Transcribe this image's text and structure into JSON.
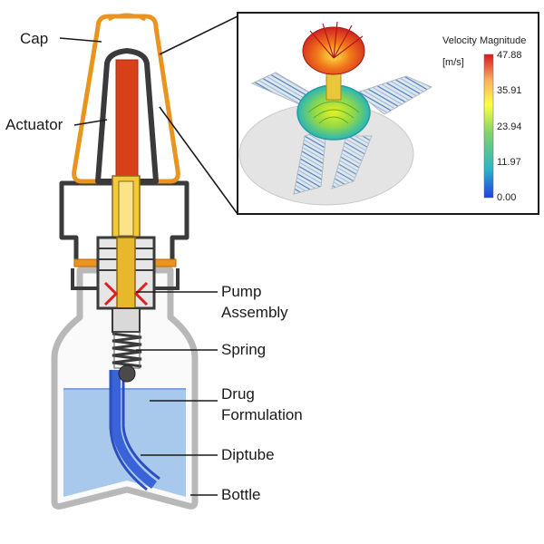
{
  "labels": {
    "cap": "Cap",
    "actuator": "Actuator",
    "pump_line1": "Pump",
    "pump_line2": "Assembly",
    "spring": "Spring",
    "drug_line1": "Drug",
    "drug_line2": "Formulation",
    "diptube": "Diptube",
    "bottle": "Bottle"
  },
  "inset": {
    "colorbar_title": "Velocity Magnitude",
    "colorbar_unit": "[m/s]",
    "ticks": [
      "47.88",
      "35.91",
      "23.94",
      "11.97",
      "0.00"
    ],
    "colormap": [
      "#d7191c",
      "#fdae61",
      "#ffff3f",
      "#7fd36a",
      "#2bb5c8",
      "#2040e0"
    ]
  },
  "colors": {
    "cap": "#e8941e",
    "actuator_stem": "#d8401a",
    "pump_brass": "#e8b82c",
    "liquid": "#a9c9ec",
    "diptube": "#3a63d8",
    "housing": "#3a3a3a",
    "bottle": "#b8b8b8"
  }
}
